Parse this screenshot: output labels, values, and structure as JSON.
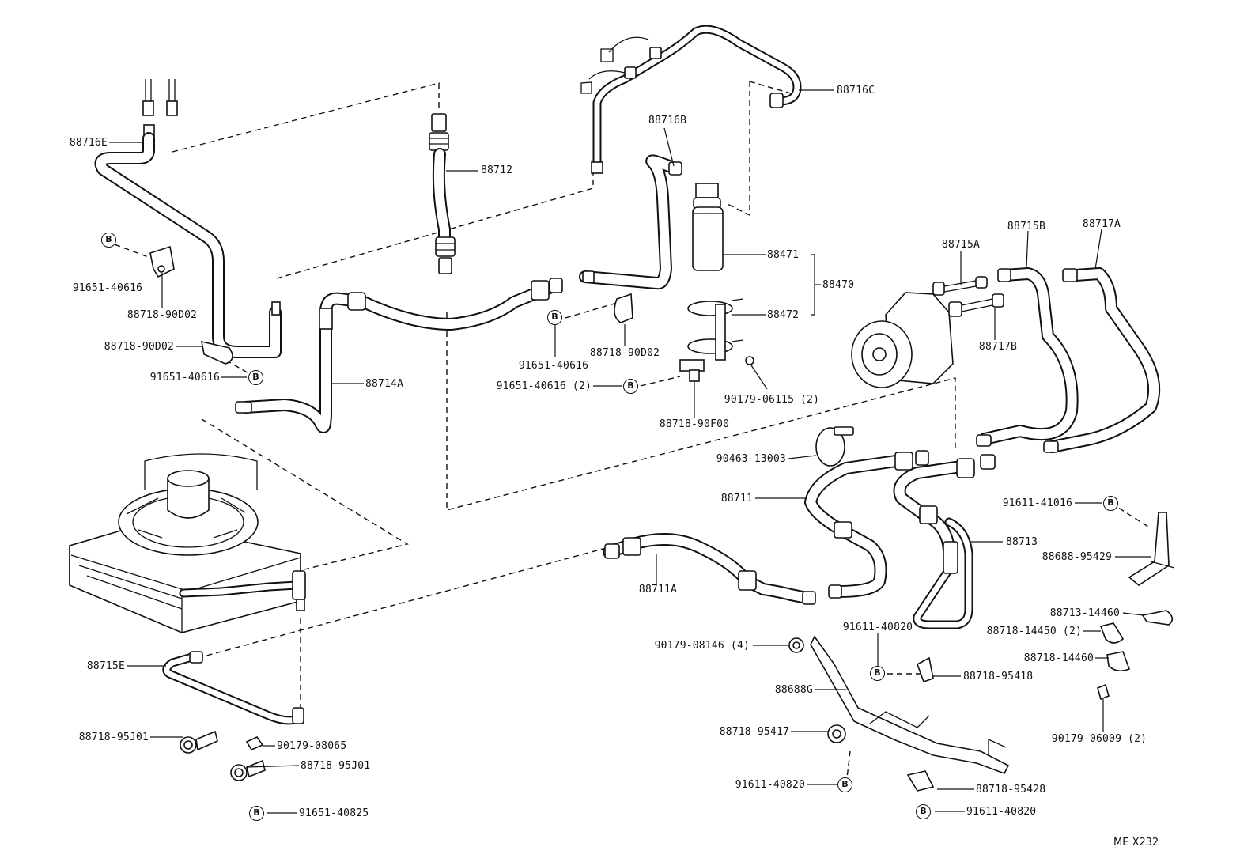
{
  "figure_code": "ME X232",
  "bolt_marker": "B",
  "part_labels": [
    {
      "id": "l1",
      "text": "88716E"
    },
    {
      "id": "l2",
      "text": "88712"
    },
    {
      "id": "l3",
      "text": "88716C"
    },
    {
      "id": "l4",
      "text": "88716B"
    },
    {
      "id": "l5",
      "text": "88471"
    },
    {
      "id": "l6",
      "text": "88470"
    },
    {
      "id": "l7",
      "text": "88472"
    },
    {
      "id": "l8",
      "text": "91651-40616"
    },
    {
      "id": "l9",
      "text": "88718-90D02"
    },
    {
      "id": "l10",
      "text": "88718-90D02"
    },
    {
      "id": "l11",
      "text": "91651-40616"
    },
    {
      "id": "l12",
      "text": "88714A"
    },
    {
      "id": "l13",
      "text": "88718-90D02"
    },
    {
      "id": "l14",
      "text": "91651-40616"
    },
    {
      "id": "l15",
      "text": "91651-40616 (2)"
    },
    {
      "id": "l16",
      "text": "88718-90F00"
    },
    {
      "id": "l17",
      "text": "90179-06115 (2)"
    },
    {
      "id": "l18",
      "text": "88715A"
    },
    {
      "id": "l19",
      "text": "88715B"
    },
    {
      "id": "l20",
      "text": "88717A"
    },
    {
      "id": "l21",
      "text": "88717B"
    },
    {
      "id": "l22",
      "text": "90463-13003"
    },
    {
      "id": "l23",
      "text": "88711"
    },
    {
      "id": "l24",
      "text": "91611-41016"
    },
    {
      "id": "l25",
      "text": "88713"
    },
    {
      "id": "l26",
      "text": "88688-95429"
    },
    {
      "id": "l27",
      "text": "88711A"
    },
    {
      "id": "l28",
      "text": "88713-14460"
    },
    {
      "id": "l29",
      "text": "88718-14450 (2)"
    },
    {
      "id": "l30",
      "text": "91611-40820"
    },
    {
      "id": "l31",
      "text": "90179-08146 (4)"
    },
    {
      "id": "l32",
      "text": "88715E"
    },
    {
      "id": "l33",
      "text": "88718-95418"
    },
    {
      "id": "l34",
      "text": "88718-14460"
    },
    {
      "id": "l35",
      "text": "88688G"
    },
    {
      "id": "l36",
      "text": "88718-95417"
    },
    {
      "id": "l37",
      "text": "90179-06009 (2)"
    },
    {
      "id": "l38",
      "text": "88718-95J01"
    },
    {
      "id": "l39",
      "text": "90179-08065"
    },
    {
      "id": "l40",
      "text": "88718-95J01"
    },
    {
      "id": "l41",
      "text": "91611-40820"
    },
    {
      "id": "l42",
      "text": "88718-95428"
    },
    {
      "id": "l43",
      "text": "91651-40825"
    },
    {
      "id": "l44",
      "text": "91611-40820"
    }
  ]
}
